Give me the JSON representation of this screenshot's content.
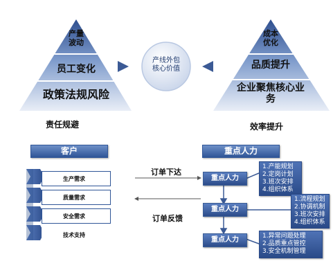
{
  "left_pyramid": {
    "top": "产量\n波动",
    "middle": "员工变化",
    "bottom": "政策法规风险",
    "caption": "责任规避"
  },
  "right_pyramid": {
    "top": "成本\n优化",
    "middle": "品质提升",
    "bottom": "企业聚焦核心业\n务",
    "caption": "效率提升"
  },
  "center_circle": "产线外包\n核心价值",
  "customer": {
    "header": "客户",
    "items": [
      "生产需求",
      "质量需求",
      "安全需求",
      "技术支持"
    ]
  },
  "key_labor": {
    "header": "重点人力",
    "nodes": [
      {
        "label": "重点人力",
        "details": [
          "1.产能规划",
          "2.定岗计划",
          "3.班次安排",
          "4.组织体系"
        ]
      },
      {
        "label": "重点人力",
        "details": [
          "1.流程规划",
          "2.协调机制",
          "3.班次安排",
          "4.组织体系"
        ]
      },
      {
        "label": "重点人力",
        "details": [
          "1.异常问题处理",
          "2.品质重点管控",
          "3.安全机制管理"
        ]
      }
    ]
  },
  "flows": {
    "order_issue": "订单下达",
    "order_feedback": "订单反馈"
  },
  "colors": {
    "pyramid_top": "#2f4f8f",
    "pyramid_bottom": "#e8eef8",
    "header_blue": "#2f5597",
    "arrow_blue": "#3b5a95"
  }
}
